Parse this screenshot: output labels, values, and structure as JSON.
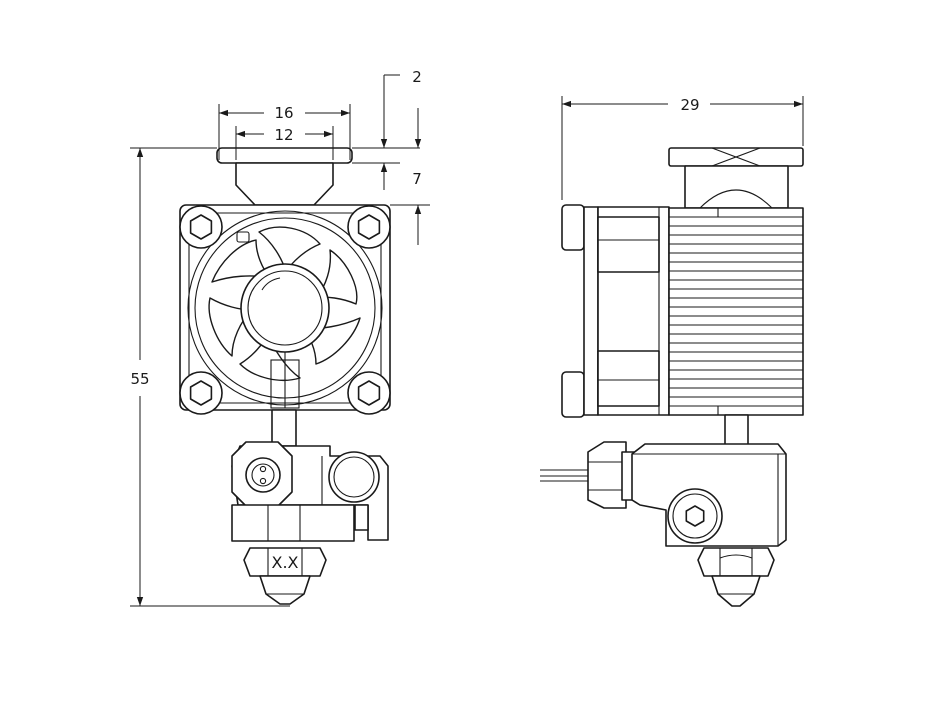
{
  "dimensions": {
    "width_top": "16",
    "width_inner": "12",
    "cap_height": "2",
    "neck_height": "7",
    "total_height": "55",
    "side_width": "29"
  },
  "nozzle_label": "X.X"
}
